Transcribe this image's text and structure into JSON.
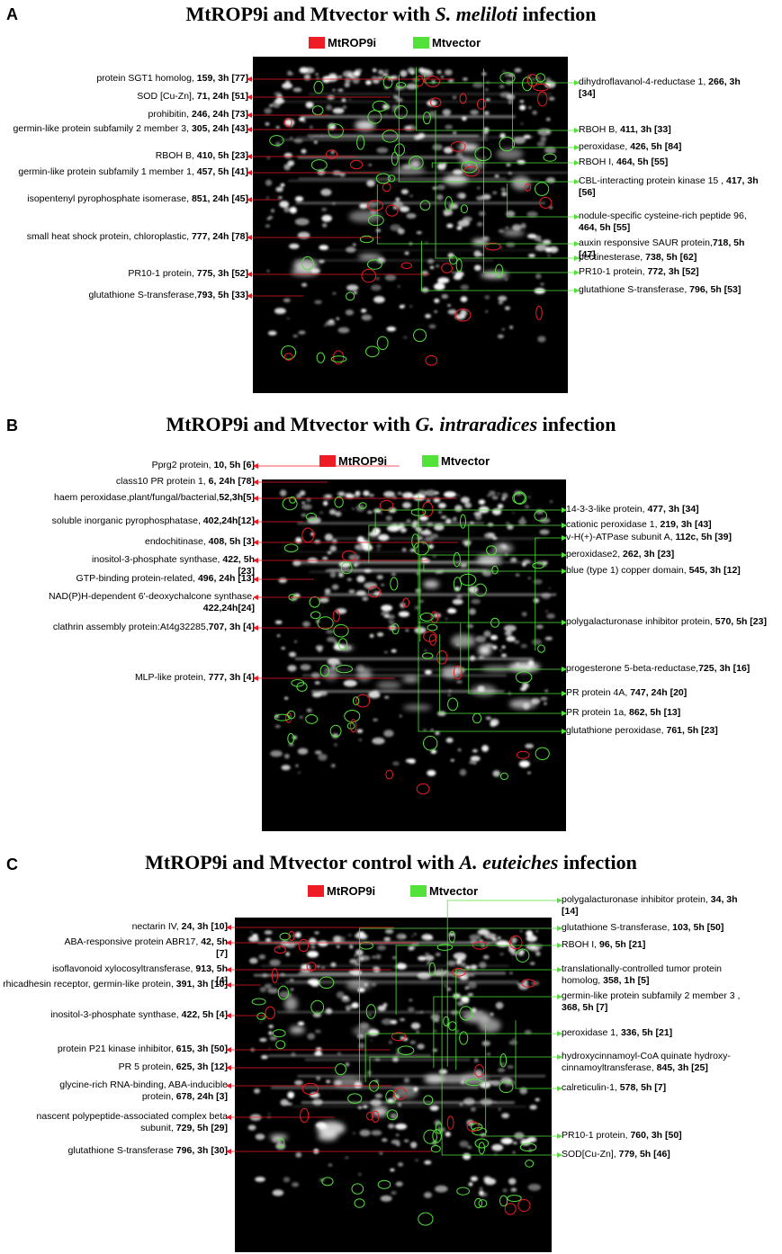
{
  "colors": {
    "mtrop9i": "#ee1c24",
    "mtvector": "#53e23a",
    "gel_bg": "#000000"
  },
  "legend": {
    "red": "MtROP9i",
    "green": "Mtvector"
  },
  "panels": [
    {
      "letter": "A",
      "title_pre": "MtROP9i and Mtvector with ",
      "title_species": "S. meliloti",
      "title_post": " infection",
      "left": [
        {
          "name": "protein SGT1 homolog, ",
          "bold": "159, 3h [77]"
        },
        {
          "name": "SOD [Cu-Zn], ",
          "bold": "71, 24h [51]"
        },
        {
          "name": "prohibitin, ",
          "bold": "246, 24h [73]"
        },
        {
          "name": "germin-like protein subfamily 2 member 3, ",
          "bold": "305, 24h [43]"
        },
        {
          "name": "RBOH B, ",
          "bold": "410, 5h [23]"
        },
        {
          "name": "germin-like protein subfamily 1 member 1, ",
          "bold": "457, 5h [41]"
        },
        {
          "name": "isopentenyl pyrophosphate isomerase, ",
          "bold": "851, 24h [45]"
        },
        {
          "name": "small heat shock protein, chloroplastic, ",
          "bold": "777, 24h [78]"
        },
        {
          "name": "PR10-1 protein, ",
          "bold": "775, 3h [52]"
        },
        {
          "name": "glutathione S-transferase,",
          "bold": "793, 5h [33]"
        }
      ],
      "right": [
        {
          "name": "dihydroflavanol-4-reductase 1, ",
          "bold": "266, 3h [34]"
        },
        {
          "name": "RBOH B, ",
          "bold": "411, 3h [33]"
        },
        {
          "name": "peroxidase, ",
          "bold": "426, 5h [84]"
        },
        {
          "name": "RBOH I, ",
          "bold": "464, 5h [55]"
        },
        {
          "name": "CBL-interacting protein kinase 15 , ",
          "bold": "417, 3h [56]"
        },
        {
          "name": "nodule-specific cysteine-rich peptide 96, ",
          "bold": "464, 5h [55]"
        },
        {
          "name": "auxin responsive SAUR protein,",
          "bold": "718, 5h [47]"
        },
        {
          "name": "pectinesterase, ",
          "bold": "738, 5h [62]"
        },
        {
          "name": "PR10-1 protein, ",
          "bold": "772, 3h [52]"
        },
        {
          "name": "glutathione S-transferase, ",
          "bold": "796, 5h [53]"
        }
      ]
    },
    {
      "letter": "B",
      "title_pre": "MtROP9i and Mtvector with ",
      "title_species": "G. intraradices",
      "title_post": " infection",
      "left": [
        {
          "name": "Pprg2 protein, ",
          "bold": "10, 5h [6]"
        },
        {
          "name": "class10 PR protein 1, ",
          "bold": "6, 24h [78]"
        },
        {
          "name": "haem peroxidase,plant/fungal/bacterial,",
          "bold": "52,3h[5]"
        },
        {
          "name": "soluble inorganic pyrophosphatase, ",
          "bold": "402,24h[12]"
        },
        {
          "name": "endochitinase, ",
          "bold": "408, 5h [3]"
        },
        {
          "name": "inositol-3-phosphate synthase, ",
          "bold": "422, 5h [23]"
        },
        {
          "name": "GTP-binding protein-related, ",
          "bold": "496, 24h [13]"
        },
        {
          "name": "NAD(P)H-dependent 6'-deoxychalcone synthase, ",
          "bold": "422,24h[24]"
        },
        {
          "name": "clathrin assembly protein:At4g32285,",
          "bold": "707, 3h [4]"
        },
        {
          "name": "MLP-like protein, ",
          "bold": "777, 3h [4]"
        }
      ],
      "right": [
        {
          "name": "14-3-3-like protein, ",
          "bold": "477, 3h [34]"
        },
        {
          "name": "cationic peroxidase 1, ",
          "bold": "219, 3h [43]"
        },
        {
          "name": "v-H(+)-ATPase subunit A, ",
          "bold": "112c, 5h [39]"
        },
        {
          "name": "peroxidase2, ",
          "bold": "262, 3h [23]"
        },
        {
          "name": "blue (type 1) copper domain, ",
          "bold": "545, 3h [12]"
        },
        {
          "name": "polygalacturonase inhibitor protein, ",
          "bold": "570, 5h [23]"
        },
        {
          "name": "progesterone 5-beta-reductase,",
          "bold": "725, 3h [16]"
        },
        {
          "name": "PR protein 4A, ",
          "bold": "747, 24h [20]"
        },
        {
          "name": "PR protein 1a, ",
          "bold": "862, 5h [13]"
        },
        {
          "name": "glutathione peroxidase, ",
          "bold": "761, 5h [23]"
        }
      ]
    },
    {
      "letter": "C",
      "title_pre": "MtROP9i and Mtvector control with ",
      "title_species": "A. euteiches",
      "title_post": " infection",
      "left": [
        {
          "name": "nectarin IV, ",
          "bold": "24, 3h [10]"
        },
        {
          "name": "ABA-responsive protein ABR17, ",
          "bold": "42, 5h [7]"
        },
        {
          "name": "isoflavonoid xylocosyltransferase, ",
          "bold": "913, 5h [4]"
        },
        {
          "name": "rhicadhesin receptor, germin-like protein, ",
          "bold": "391, 3h [10]"
        },
        {
          "name": "inositol-3-phosphate synthase, ",
          "bold": "422, 5h [4]"
        },
        {
          "name": "protein P21 kinase inhibitor, ",
          "bold": "615, 3h [50]"
        },
        {
          "name": "PR 5 protein, ",
          "bold": "625, 3h [12]"
        },
        {
          "name": "glycine-rich RNA-binding, ABA-inducible protein, ",
          "bold": "678, 24h [3]"
        },
        {
          "name": "nascent polypeptide-associated complex beta subunit, ",
          "bold": "729, 5h [29]"
        },
        {
          "name": "glutathione S-transferase ",
          "bold": "796, 3h [30]"
        }
      ],
      "right": [
        {
          "name": "polygalacturonase inhibitor protein, ",
          "bold": "34, 3h [14]"
        },
        {
          "name": "glutathione S-transferase, ",
          "bold": "103, 5h [50]"
        },
        {
          "name": "RBOH I, ",
          "bold": "96, 5h [21]"
        },
        {
          "name": "translationally-controlled tumor protein homolog, ",
          "bold": "358, 1h [5]"
        },
        {
          "name": "germin-like protein subfamily 2 member 3 , ",
          "bold": "368, 5h [7]"
        },
        {
          "name": "peroxidase 1, ",
          "bold": "336, 5h [21]"
        },
        {
          "name": "hydroxycinnamoyl-CoA quinate hydroxy-cinnamoyltransferase, ",
          "bold": "845, 3h [25]"
        },
        {
          "name": "calreticulin-1, ",
          "bold": "578, 5h [7]"
        },
        {
          "name": "PR10-1 protein, ",
          "bold": "760, 3h [50]"
        },
        {
          "name": "SOD[Cu-Zn], ",
          "bold": "779, 5h [46]"
        }
      ]
    }
  ]
}
